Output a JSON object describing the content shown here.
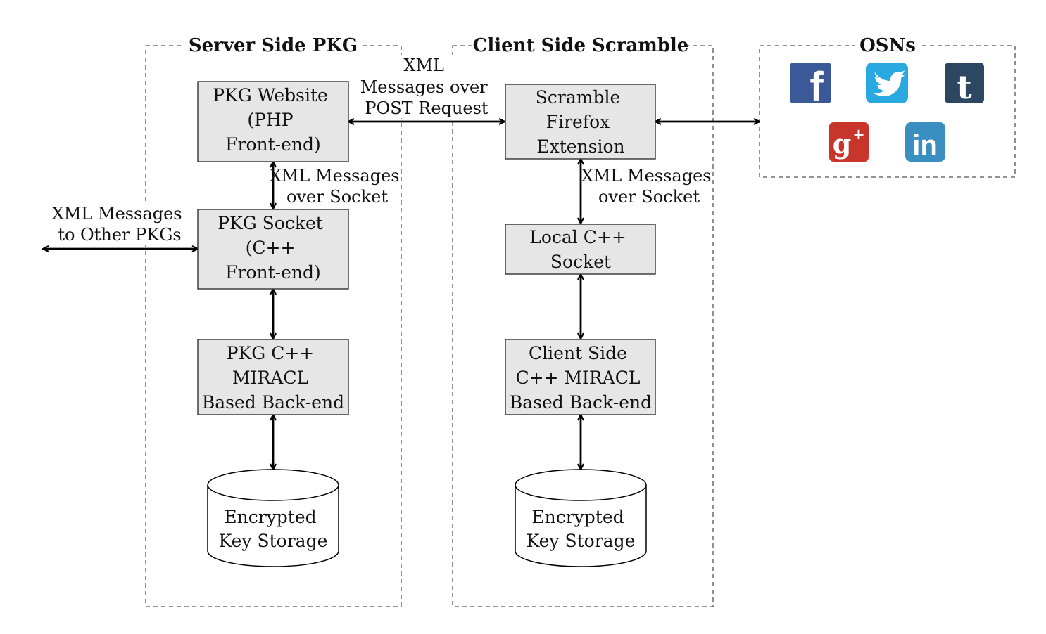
{
  "groups": {
    "server": "Server Side PKG",
    "client": "Client Side Scramble",
    "osns": "OSNs"
  },
  "nodes": {
    "pkg_website": [
      "PKG Website",
      "(PHP",
      "Front-end)"
    ],
    "pkg_socket": [
      "PKG Socket",
      "(C++",
      "Front-end)"
    ],
    "pkg_backend": [
      "PKG C++",
      "MIRACL",
      "Based Back-end"
    ],
    "server_storage": [
      "Encrypted",
      "Key Storage"
    ],
    "scramble_ext": [
      "Scramble",
      "Firefox",
      "Extension"
    ],
    "local_socket": [
      "Local C++",
      "Socket"
    ],
    "client_backend": [
      "Client Side",
      "C++ MIRACL",
      "Based Back-end"
    ],
    "client_storage": [
      "Encrypted",
      "Key Storage"
    ]
  },
  "edge_labels": {
    "post": [
      "XML",
      "Messages over",
      "POST Request"
    ],
    "server_socket": [
      "XML Messages",
      "over Socket"
    ],
    "client_socket": [
      "XML Messages",
      "over Socket"
    ],
    "other_pkgs": [
      "XML Messages",
      "to Other PKGs"
    ]
  },
  "osn_icons": [
    {
      "name": "facebook-icon",
      "glyph": "f",
      "color": "#3b5998"
    },
    {
      "name": "twitter-icon",
      "glyph": "",
      "color": "#2aa9e0"
    },
    {
      "name": "tumblr-icon",
      "glyph": "t",
      "color": "#2c4762"
    },
    {
      "name": "google-plus-icon",
      "glyph": "g+",
      "color": "#c8352b"
    },
    {
      "name": "linkedin-icon",
      "glyph": "in",
      "color": "#3a8fc0"
    }
  ]
}
